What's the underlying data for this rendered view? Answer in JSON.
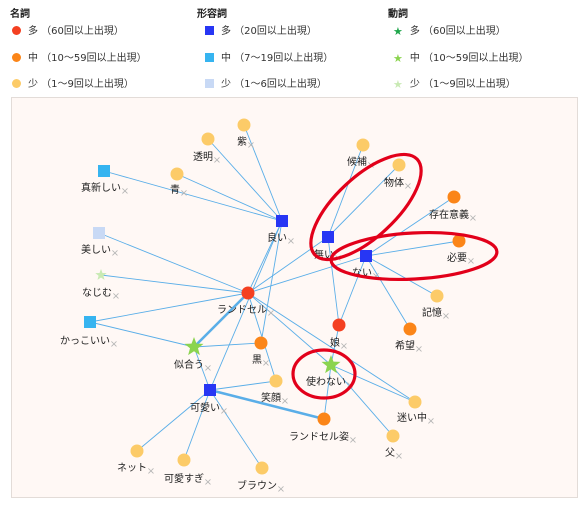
{
  "legend": {
    "groups": [
      {
        "title": "名詞",
        "items": [
          {
            "label": "多 （60回以上出現）",
            "color": "#f44021",
            "shape": "circle"
          },
          {
            "label": "中 （10～59回以上出現）",
            "color": "#fb8518",
            "shape": "circle"
          },
          {
            "label": "少 （1～9回以上出現）",
            "color": "#fccb68",
            "shape": "circle"
          }
        ]
      },
      {
        "title": "形容詞",
        "items": [
          {
            "label": "多 （20回以上出現）",
            "color": "#2736f4",
            "shape": "square"
          },
          {
            "label": "中 （7～19回以上出現）",
            "color": "#36b4f0",
            "shape": "square"
          },
          {
            "label": "少 （1～6回以上出現）",
            "color": "#c8d9f5",
            "shape": "square"
          }
        ]
      },
      {
        "title": "動詞",
        "items": [
          {
            "label": "多 （60回以上出現）",
            "color": "#1fa64b",
            "shape": "star"
          },
          {
            "label": "中 （10～59回以上出現）",
            "color": "#8bd44f",
            "shape": "star"
          },
          {
            "label": "少 （1～9回以上出現）",
            "color": "#c9eab4",
            "shape": "star"
          }
        ]
      }
    ]
  },
  "graph": {
    "remove_glyph": "×",
    "edge_color": "#5aaee8",
    "highlight_color": "#e2001a",
    "nodes": [
      {
        "id": "murasaki",
        "label": "紫",
        "pos": "small"
      },
      {
        "id": "toumei",
        "label": "透明",
        "pos": "small"
      },
      {
        "id": "ao",
        "label": "青",
        "pos": "small"
      },
      {
        "id": "shinsen",
        "label": "真新しい",
        "pos": "adj-mid"
      },
      {
        "id": "utsukushii",
        "label": "美しい",
        "pos": "adj-low"
      },
      {
        "id": "najimu",
        "label": "なじむ",
        "pos": "verb-low"
      },
      {
        "id": "kakkoii",
        "label": "かっこいい",
        "pos": "adj-mid"
      },
      {
        "id": "yoi",
        "label": "良い",
        "pos": "adj-high"
      },
      {
        "id": "randoseru",
        "label": "ランドセル",
        "pos": "noun-high"
      },
      {
        "id": "niau",
        "label": "似合う",
        "pos": "verb-mid"
      },
      {
        "id": "kuro",
        "label": "黒",
        "pos": "noun-mid"
      },
      {
        "id": "kawaii",
        "label": "可愛い",
        "pos": "adj-high"
      },
      {
        "id": "egao",
        "label": "笑顔",
        "pos": "noun-low"
      },
      {
        "id": "netto",
        "label": "ネット",
        "pos": "noun-low"
      },
      {
        "id": "kawaisugi",
        "label": "可愛すぎ",
        "pos": "noun-low"
      },
      {
        "id": "buraun",
        "label": "ブラウン",
        "pos": "noun-low"
      },
      {
        "id": "kouho",
        "label": "候補",
        "pos": "noun-low"
      },
      {
        "id": "buttai",
        "label": "物体",
        "pos": "noun-low"
      },
      {
        "id": "nai1",
        "label": "無い",
        "pos": "adj-high"
      },
      {
        "id": "nai2",
        "label": "ない",
        "pos": "adj-high"
      },
      {
        "id": "sonzai",
        "label": "存在意義",
        "pos": "noun-mid"
      },
      {
        "id": "hitsuyou",
        "label": "必要",
        "pos": "noun-mid"
      },
      {
        "id": "kioku",
        "label": "記憶",
        "pos": "noun-low"
      },
      {
        "id": "kibou",
        "label": "希望",
        "pos": "noun-mid"
      },
      {
        "id": "musume",
        "label": "娘",
        "pos": "noun-high"
      },
      {
        "id": "tsukawanai",
        "label": "使わない",
        "pos": "verb-mid"
      },
      {
        "id": "randoseru_sugata",
        "label": "ランドセル姿",
        "pos": "noun-mid"
      },
      {
        "id": "mayoichuu",
        "label": "迷い中",
        "pos": "noun-low"
      },
      {
        "id": "chichi",
        "label": "父",
        "pos": "noun-low"
      }
    ],
    "edges": [
      [
        "yoi",
        "murasaki"
      ],
      [
        "yoi",
        "toumei"
      ],
      [
        "yoi",
        "ao"
      ],
      [
        "yoi",
        "shinsen"
      ],
      [
        "yoi",
        "randoseru"
      ],
      [
        "yoi",
        "kuro"
      ],
      [
        "yoi",
        "kawaii"
      ],
      [
        "randoseru",
        "utsukushii"
      ],
      [
        "randoseru",
        "najimu"
      ],
      [
        "randoseru",
        "kakkoii"
      ],
      [
        "randoseru",
        "niau"
      ],
      [
        "randoseru",
        "nai2"
      ],
      [
        "randoseru",
        "egao"
      ],
      [
        "randoseru",
        "tsukawanai"
      ],
      [
        "randoseru",
        "mayoichuu"
      ],
      [
        "kakkoii",
        "niau"
      ],
      [
        "niau",
        "kawaii"
      ],
      [
        "niau",
        "kuro"
      ],
      [
        "kawaii",
        "netto"
      ],
      [
        "kawaii",
        "kawaisugi"
      ],
      [
        "kawaii",
        "buraun"
      ],
      [
        "kawaii",
        "egao"
      ],
      [
        "nai1",
        "kouho"
      ],
      [
        "nai1",
        "buttai"
      ],
      [
        "nai1",
        "randoseru"
      ],
      [
        "nai1",
        "musume"
      ],
      [
        "nai2",
        "sonzai"
      ],
      [
        "nai2",
        "hitsuyou"
      ],
      [
        "nai2",
        "kioku"
      ],
      [
        "nai2",
        "kibou"
      ],
      [
        "nai2",
        "musume"
      ],
      [
        "musume",
        "tsukawanai"
      ],
      [
        "tsukawanai",
        "chichi"
      ],
      [
        "tsukawanai",
        "mayoichuu"
      ],
      [
        "tsukawanai",
        "randoseru_sugata"
      ]
    ],
    "strong_edges": [
      [
        "randoseru",
        "niau"
      ],
      [
        "kawaii",
        "randoseru_sugata"
      ]
    ],
    "highlighted": [
      "buttai_nai1",
      "nai2_hitsuyou",
      "tsukawanai"
    ]
  }
}
